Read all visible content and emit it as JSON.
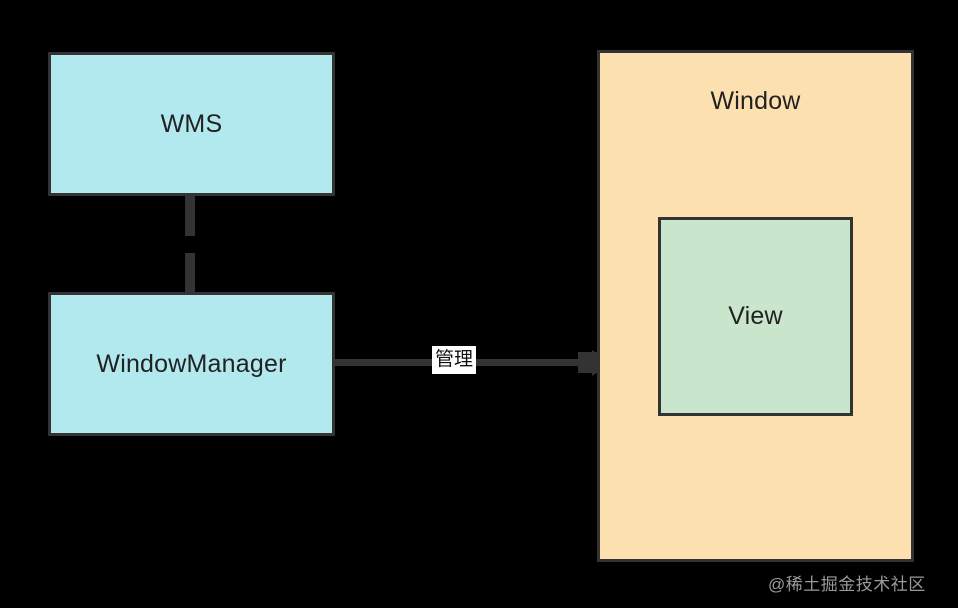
{
  "diagram": {
    "background_color": "#000000",
    "nodes": {
      "wms": {
        "label": "WMS",
        "fill": "#b2e9ef",
        "stroke": "#333333"
      },
      "window_manager": {
        "label": "WindowManager",
        "fill": "#b2e9ef",
        "stroke": "#333333"
      },
      "window": {
        "label": "Window",
        "fill": "#fde0b0",
        "stroke": "#333333"
      },
      "view": {
        "label": "View",
        "fill": "#c9e6cc",
        "stroke": "#333333"
      }
    },
    "edges": {
      "wms_to_window_manager": {
        "label": "",
        "style": "dashed",
        "color": "#333333"
      },
      "window_manager_to_window": {
        "label": "管理",
        "style": "solid-arrow",
        "color": "#333333",
        "label_background": "#ffffff"
      }
    },
    "watermark": {
      "text": "@稀土掘金技术社区",
      "color": "#9a9a9a"
    }
  }
}
